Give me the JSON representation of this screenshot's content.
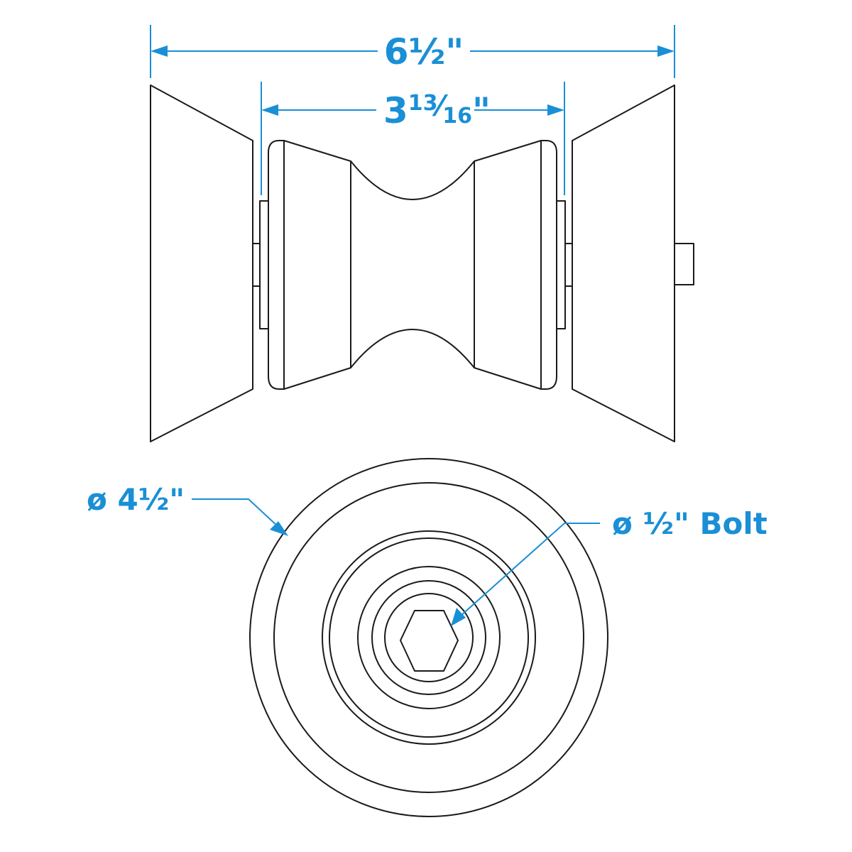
{
  "accent_color": "#1a8fd6",
  "line_color": "#1a1a1a",
  "dimensions": {
    "overall_width": {
      "whole": "6",
      "fraction": "½",
      "unit": "\""
    },
    "spool_width": {
      "whole": "3",
      "numerator": "13",
      "slash": "⁄",
      "denominator": "16",
      "unit": "\""
    },
    "outer_diameter": {
      "symbol": "ø",
      "value": "4½",
      "unit": "\""
    },
    "bolt_diameter": {
      "symbol": "ø",
      "value": "½",
      "unit": "\"",
      "suffix": "Bolt"
    }
  }
}
